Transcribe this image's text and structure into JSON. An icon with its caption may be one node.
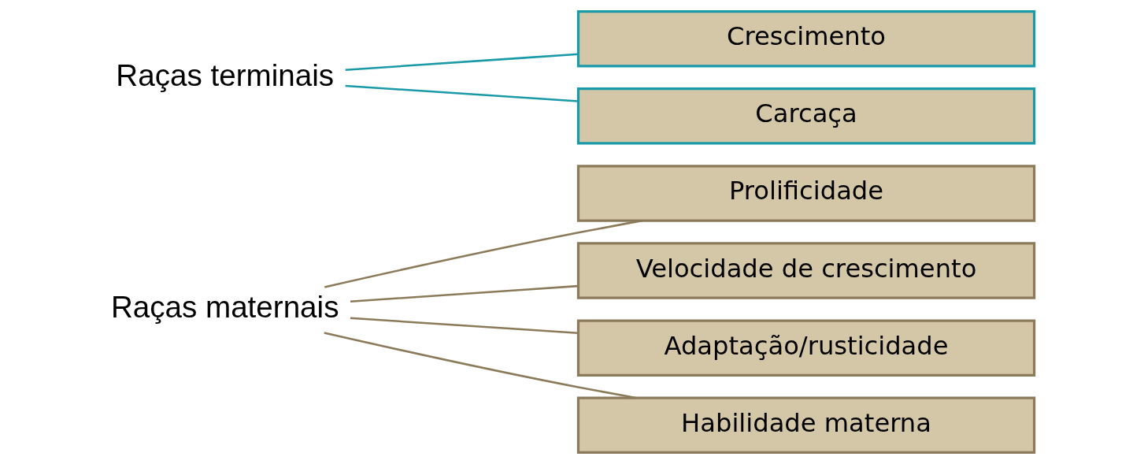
{
  "diagram": {
    "nodes": [
      {
        "text": [
          "Raças maternais"
        ]
      },
      {
        "text": [
          "Prolificidade"
        ]
      },
      {
        "text": [
          "Velocidade de crescimento"
        ]
      },
      {
        "text": [
          "Adaptação/rusticidade"
        ]
      },
      {
        "text": [
          "Habilidade materna"
        ]
      },
      {
        "text": [
          "Raças terminais"
        ]
      },
      {
        "text": [
          "Crescimento"
        ]
      },
      {
        "text": [
          "Carcaça"
        ]
      }
    ],
    "edges": [
      {
        "from": 0,
        "to": 1,
        "arrow": "none"
      },
      {
        "from": 0,
        "to": 2,
        "arrow": "none"
      },
      {
        "from": 0,
        "to": 3,
        "arrow": "none"
      },
      {
        "from": 0,
        "to": 4,
        "arrow": "none"
      },
      {
        "from": 5,
        "to": 6,
        "arrow": "none",
        "color": "#1a9aa8"
      },
      {
        "from": 5,
        "to": 7,
        "arrow": "none",
        "color": "#1a9aa8"
      }
    ]
  }
}
